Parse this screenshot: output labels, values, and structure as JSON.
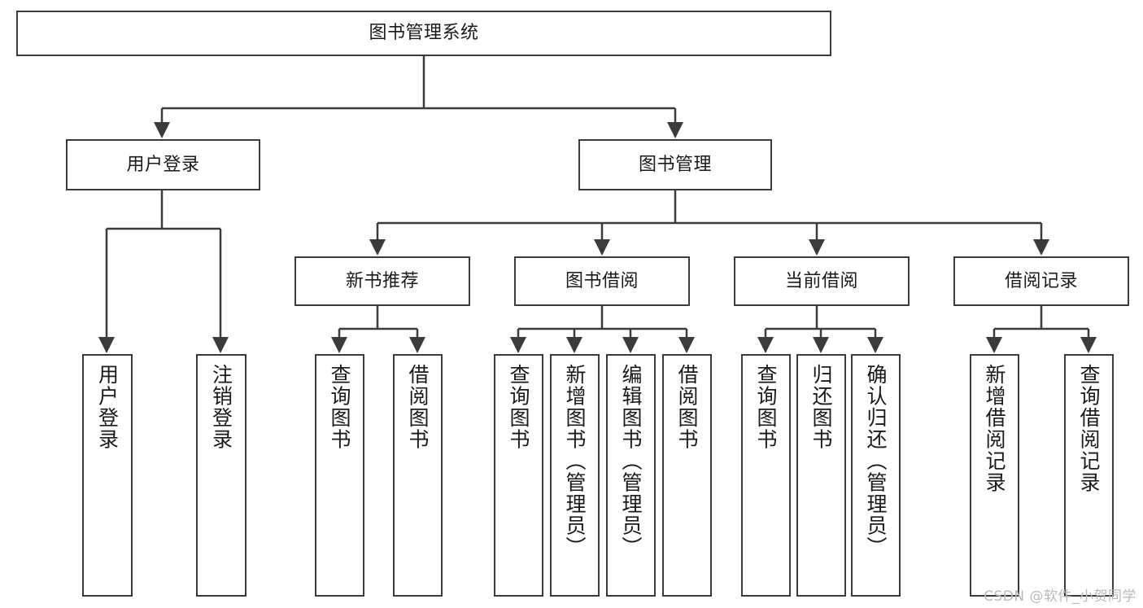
{
  "diagram": {
    "type": "tree-hierarchy-flowchart",
    "title_node": {
      "id": "root",
      "label": "图书管理系统"
    },
    "level1": [
      {
        "id": "user-login",
        "label": "用户登录"
      },
      {
        "id": "book-manage",
        "label": "图书管理"
      }
    ],
    "level2": [
      {
        "id": "new-book-rec",
        "label": "新书推荐",
        "parent": "book-manage"
      },
      {
        "id": "book-borrow",
        "label": "图书借阅",
        "parent": "book-manage"
      },
      {
        "id": "current-borrow",
        "label": "当前借阅",
        "parent": "book-manage"
      },
      {
        "id": "borrow-record",
        "label": "借阅记录",
        "parent": "book-manage"
      }
    ],
    "leaves": [
      {
        "id": "leaf-user-login",
        "label": "用户登录",
        "parent": "user-login"
      },
      {
        "id": "leaf-logout",
        "label": "注销登录",
        "parent": "user-login"
      },
      {
        "id": "leaf-query-book-1",
        "label": "查询图书",
        "parent": "new-book-rec"
      },
      {
        "id": "leaf-borrow-book-1",
        "label": "借阅图书",
        "parent": "new-book-rec"
      },
      {
        "id": "leaf-query-book-2",
        "label": "查询图书",
        "parent": "book-borrow"
      },
      {
        "id": "leaf-add-book",
        "label": "新增图书（管理员）",
        "parent": "book-borrow"
      },
      {
        "id": "leaf-edit-book",
        "label": "编辑图书（管理员）",
        "parent": "book-borrow"
      },
      {
        "id": "leaf-borrow-book-2",
        "label": "借阅图书",
        "parent": "book-borrow"
      },
      {
        "id": "leaf-query-book-3",
        "label": "查询图书",
        "parent": "current-borrow"
      },
      {
        "id": "leaf-return-book",
        "label": "归还图书",
        "parent": "current-borrow"
      },
      {
        "id": "leaf-confirm-return",
        "label": "确认归还（管理员）",
        "parent": "current-borrow"
      },
      {
        "id": "leaf-add-record",
        "label": "新增借阅记录",
        "parent": "borrow-record"
      },
      {
        "id": "leaf-query-record",
        "label": "查询借阅记录",
        "parent": "borrow-record"
      }
    ],
    "colors": {
      "stroke": "#3b3b3b",
      "fill": "#ffffff",
      "text": "#1a1a1a",
      "watermark": "#b9b9b9"
    }
  },
  "watermark": {
    "text": "CSDN @软件_小贺同学"
  }
}
